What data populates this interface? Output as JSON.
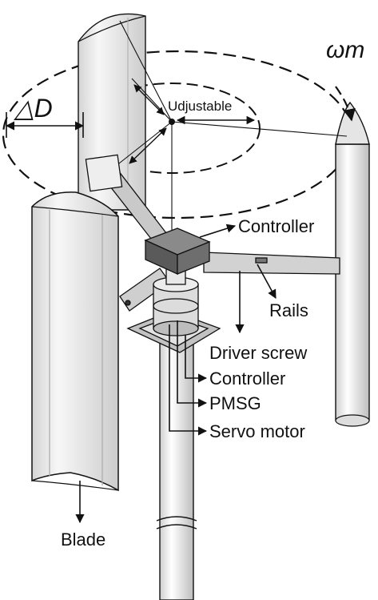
{
  "labels": {
    "delta_d": "△D",
    "omega_m": "ωm",
    "udjustable": "Udjustable",
    "controller_top": "Controller",
    "rails": "Rails",
    "driver_screw": "Driver screw",
    "controller_bottom": "Controller",
    "pmsg": "PMSG",
    "servo_motor": "Servo motor",
    "blade": "Blade"
  },
  "colors": {
    "line": "#111111",
    "blade_face": "#e9e9e9",
    "blade_edge": "#bdbdbd",
    "mast": "#f2f2f2",
    "controller_box": "#555555"
  }
}
